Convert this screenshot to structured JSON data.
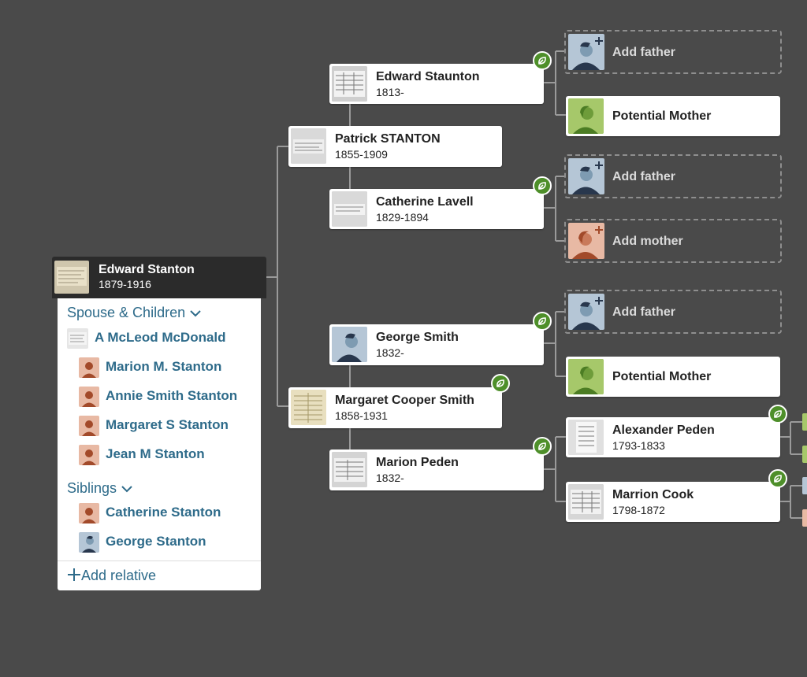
{
  "focus": {
    "name": "Edward Stanton",
    "years": "1879-1916"
  },
  "panel": {
    "spouse_label": "Spouse & Children",
    "spouse": "A McLeod McDonald",
    "children": [
      "Marion M. Stanton",
      "Annie Smith Stanton",
      "Margaret S Stanton",
      "Jean M Stanton"
    ],
    "siblings_label": "Siblings",
    "siblings": [
      "Catherine Stanton",
      "George Stanton"
    ],
    "add_relative": "Add relative"
  },
  "tree": {
    "father": {
      "name": "Patrick STANTON",
      "years": "1855-1909"
    },
    "mother": {
      "name": "Margaret Cooper Smith",
      "years": "1858-1931"
    },
    "pgf": {
      "name": "Edward Staunton",
      "years": "1813-"
    },
    "pgm": {
      "name": "Catherine Lavell",
      "years": "1829-1894"
    },
    "mgf": {
      "name": "George Smith",
      "years": "1832-"
    },
    "mgm": {
      "name": "Marion Peden",
      "years": "1832-"
    },
    "ggf": {
      "name": "Alexander Peden",
      "years": "1793-1833"
    },
    "ggm": {
      "name": "Marrion Cook",
      "years": "1798-1872"
    }
  },
  "add_father": "Add father",
  "add_mother": "Add mother",
  "potential_mother": "Potential Mother",
  "colors": {
    "background": "#4a4a4a",
    "link": "#2e6b8a",
    "hint_green": "#4e8f2a"
  }
}
